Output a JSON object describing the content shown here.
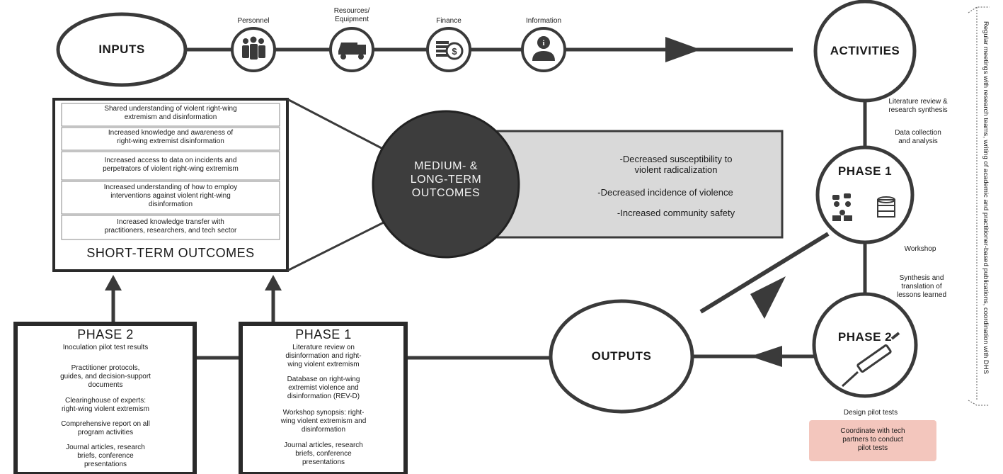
{
  "inputs": {
    "label": "INPUTS",
    "items": [
      {
        "label": "Personnel",
        "icon": "people-icon"
      },
      {
        "label": "Resources/\nEquipment",
        "icon": "truck-icon"
      },
      {
        "label": "Finance",
        "icon": "coins-icon"
      },
      {
        "label": "Information",
        "icon": "info-person-icon"
      }
    ]
  },
  "activities": {
    "label": "ACTIVITIES",
    "side_note": "Regular meetings with research teams, writing of academic and practitioner-based publications, coordination with DHS",
    "between_text": [
      "Literature review &\nresearch synthesis",
      "Data collection\nand analysis"
    ],
    "phase1": {
      "label": "PHASE 1",
      "icons": [
        "meeting-icon",
        "database-icon"
      ]
    },
    "mid_text": [
      "Workshop",
      "Synthesis and\ntranslation of\nlessons learned"
    ],
    "phase2": {
      "label": "PHASE 2",
      "icon": "syringe-icon"
    },
    "below_text": "Design pilot tests",
    "highlight_text": "Coordinate with tech\npartners to conduct\npilot tests"
  },
  "outcomes": {
    "medium_label": "MEDIUM- &\nLONG-TERM\nOUTCOMES",
    "medium_items": [
      "-Decreased susceptibility to\nviolent radicalization",
      "-Decreased incidence of violence",
      "-Increased community safety"
    ],
    "short_title": "SHORT-TERM OUTCOMES",
    "short_items": [
      "Shared understanding of violent right-wing\nextremism and disinformation",
      "Increased knowledge and awareness of\nright-wing extremist disinformation",
      "Increased access to data on incidents and\nperpetrators of violent right-wing extremism",
      "Increased understanding of how to employ\ninterventions against violent right-wing\ndisinformation",
      "Increased knowledge transfer with\npractitioners, researchers, and tech sector"
    ]
  },
  "outputs": {
    "label": "OUTPUTS",
    "phase2": {
      "title": "PHASE 2",
      "items": [
        "Inoculation pilot test results",
        "Practitioner protocols,\nguides, and decision-support\ndocuments",
        "Clearinghouse of experts:\nright-wing violent extremism",
        "Comprehensive report on all\nprogram activities",
        "Journal articles, research\nbriefs, conference\npresentations"
      ]
    },
    "phase1": {
      "title": "PHASE 1",
      "items": [
        "Literature review on\ndisinformation and right-\nwing violent extremism",
        "Database on right-wing\nextremist violence and\ndisinformation (REV-D)",
        "Workshop synopsis: right-\nwing violent extremism and\ndisinformation",
        "Journal articles, research\nbriefs, conference\npresentations"
      ]
    }
  },
  "colors": {
    "line": "#3a3a3a",
    "dark_circle": "#3d3d3d",
    "gray_panel": "#d9d9d9",
    "highlight": "#f3c6bd"
  }
}
